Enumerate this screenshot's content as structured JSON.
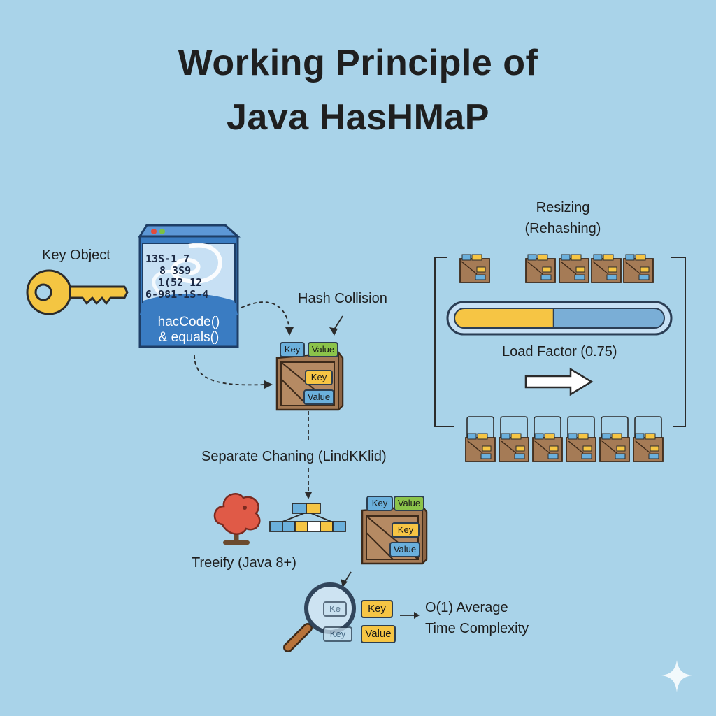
{
  "title": {
    "line1": "Working Principle of",
    "line2": "Java HasHMaP"
  },
  "key_object": {
    "label": "Key Object"
  },
  "hash_box": {
    "digits": [
      "13S-1 7",
      "8 3S9",
      "1(52  12",
      "6-981-1S-4"
    ],
    "line1": "hacCode()",
    "line2": "& equals()"
  },
  "hash_collision": {
    "label": "Hash Collision"
  },
  "bucket_chips": {
    "key": "Key",
    "value": "Value"
  },
  "separate_chaining": {
    "label": "Separate Chaning (LindKKlid)"
  },
  "treeify": {
    "label": "Treeify (Java 8+)"
  },
  "lookup": {
    "key": "Key",
    "value": "Value",
    "ghost_key": "Ke",
    "ghost_key2": "Key"
  },
  "complexity": {
    "line1": "O(1)  Average",
    "line2": "Time Complexity"
  },
  "resizing": {
    "line1": "Resizing",
    "line2": "(Rehashing)",
    "load_factor_label": "Load Factor (0.75)",
    "load_factor": 0.75
  },
  "colors": {
    "background": "#a9d3e9",
    "box_blue": "#3a7cc2",
    "key_gold": "#f4c542",
    "crate_brown": "#a57b56",
    "tree_red": "#e05a47",
    "bar_yellow": "#f6c544"
  },
  "icons": [
    "key-icon",
    "hash-function-box-icon",
    "bucket-crate-icon",
    "tree-icon",
    "magnifier-icon",
    "arrow-right-icon",
    "sparkle-icon"
  ]
}
